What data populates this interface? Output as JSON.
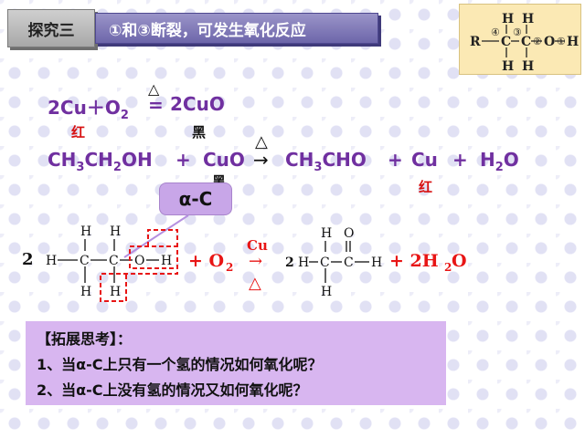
{
  "header": {
    "tag": "探究三",
    "title": "①和③断裂，可发生氧化反应"
  },
  "structure": {
    "atoms": {
      "R": "R",
      "C1": "C",
      "C2": "C",
      "O": "O",
      "H": "H"
    },
    "bond_numbers": [
      "④",
      "③",
      "②",
      "①"
    ]
  },
  "reaction1": {
    "lhs": "2Cu＋O",
    "lhs_sub": "2",
    "condition": "△",
    "eq_sign": "=",
    "rhs": "2CuO",
    "label_cu": "红",
    "label_cuo": "黑"
  },
  "reaction2": {
    "ethanol": {
      "p1": "CH",
      "s1": "3",
      "p2": "CH",
      "s2": "2",
      "p3": "OH"
    },
    "plus1": "+",
    "cuo": "CuO",
    "condition": "△",
    "arrow": "→",
    "acetaldehyde": {
      "p1": "CH",
      "s1": "3",
      "p2": "CHO"
    },
    "plus2": "+",
    "cu": "Cu",
    "plus3": "+",
    "water": {
      "p1": "H",
      "s1": "2",
      "p2": "O"
    },
    "label_cuo": "黑",
    "label_cu": "红"
  },
  "alpha_label": "α-C",
  "reaction3": {
    "coef_left": "2",
    "plus_o2": "+ O",
    "o2_sub": "2",
    "catalyst": "Cu",
    "arrow": "→",
    "heat": "△",
    "coef_right": "2",
    "plus_water": "+ 2H",
    "water_sub": "2",
    "water_o": "O",
    "atoms": {
      "H": "H",
      "C": "C",
      "O": "O"
    }
  },
  "think": {
    "heading": "【拓展思考】：",
    "q1": "1、当α-C上只有一个氢的情况如何氧化呢？",
    "q2": "2、当α-C上没有氢的情况又如何氧化呢？"
  },
  "colors": {
    "equation": "#7030a0",
    "highlight_red": "#e81515",
    "title_bg": "#7a73b6",
    "think_bg": "#d8b6f0",
    "alpha_bg": "#c8a6e8",
    "struct_bg": "#fbe9b4"
  }
}
